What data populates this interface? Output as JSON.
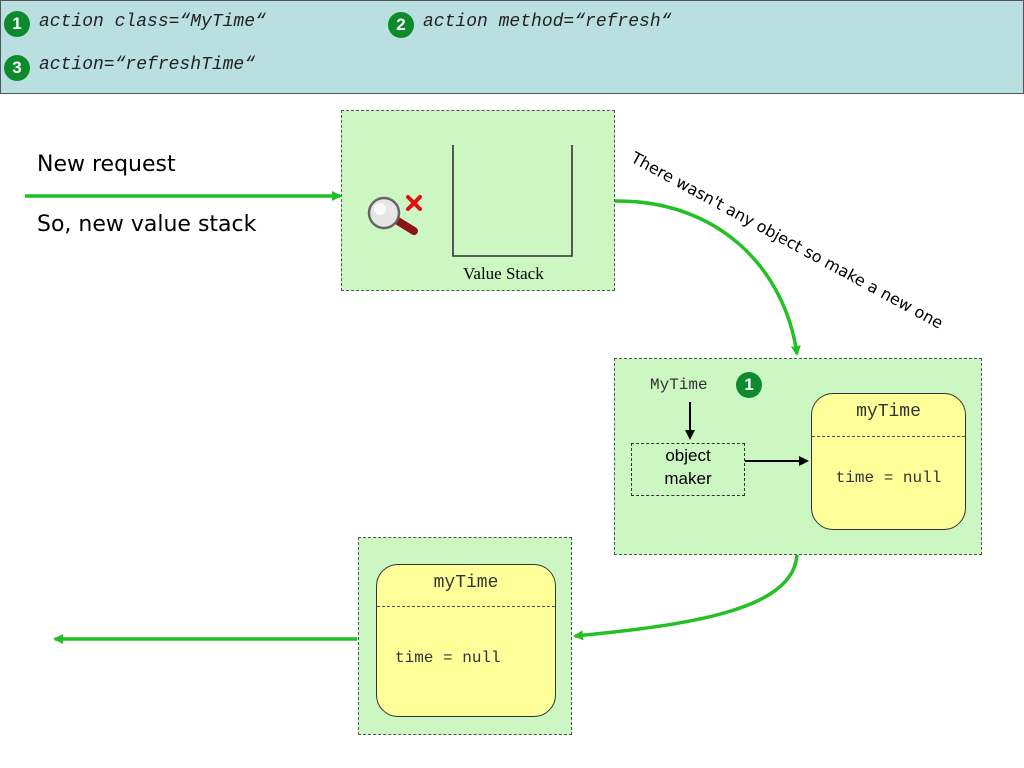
{
  "header": {
    "items": [
      {
        "num": "1",
        "text": "action class=“MyTime“"
      },
      {
        "num": "2",
        "text": "action method=“refresh“"
      },
      {
        "num": "3",
        "text": "action=“refreshTime“"
      }
    ]
  },
  "left": {
    "request_label": "New request",
    "stack_label": "So, new value stack"
  },
  "value_stack": {
    "label": "Value Stack"
  },
  "note": "There wasn't any object so make a new one",
  "factory": {
    "class_label": "MyTime",
    "badge": "1",
    "maker_label_line1": "object",
    "maker_label_line2": "maker",
    "object_title": "myTime",
    "object_field": "time = null"
  },
  "result": {
    "object_title": "myTime",
    "object_field": "time = null"
  },
  "colors": {
    "header_bg": "#b9dfe0",
    "panel_bg": "#ccf7c3",
    "object_bg": "#ffff9a",
    "arrow": "#22c022",
    "badge": "#0c8a2c"
  }
}
